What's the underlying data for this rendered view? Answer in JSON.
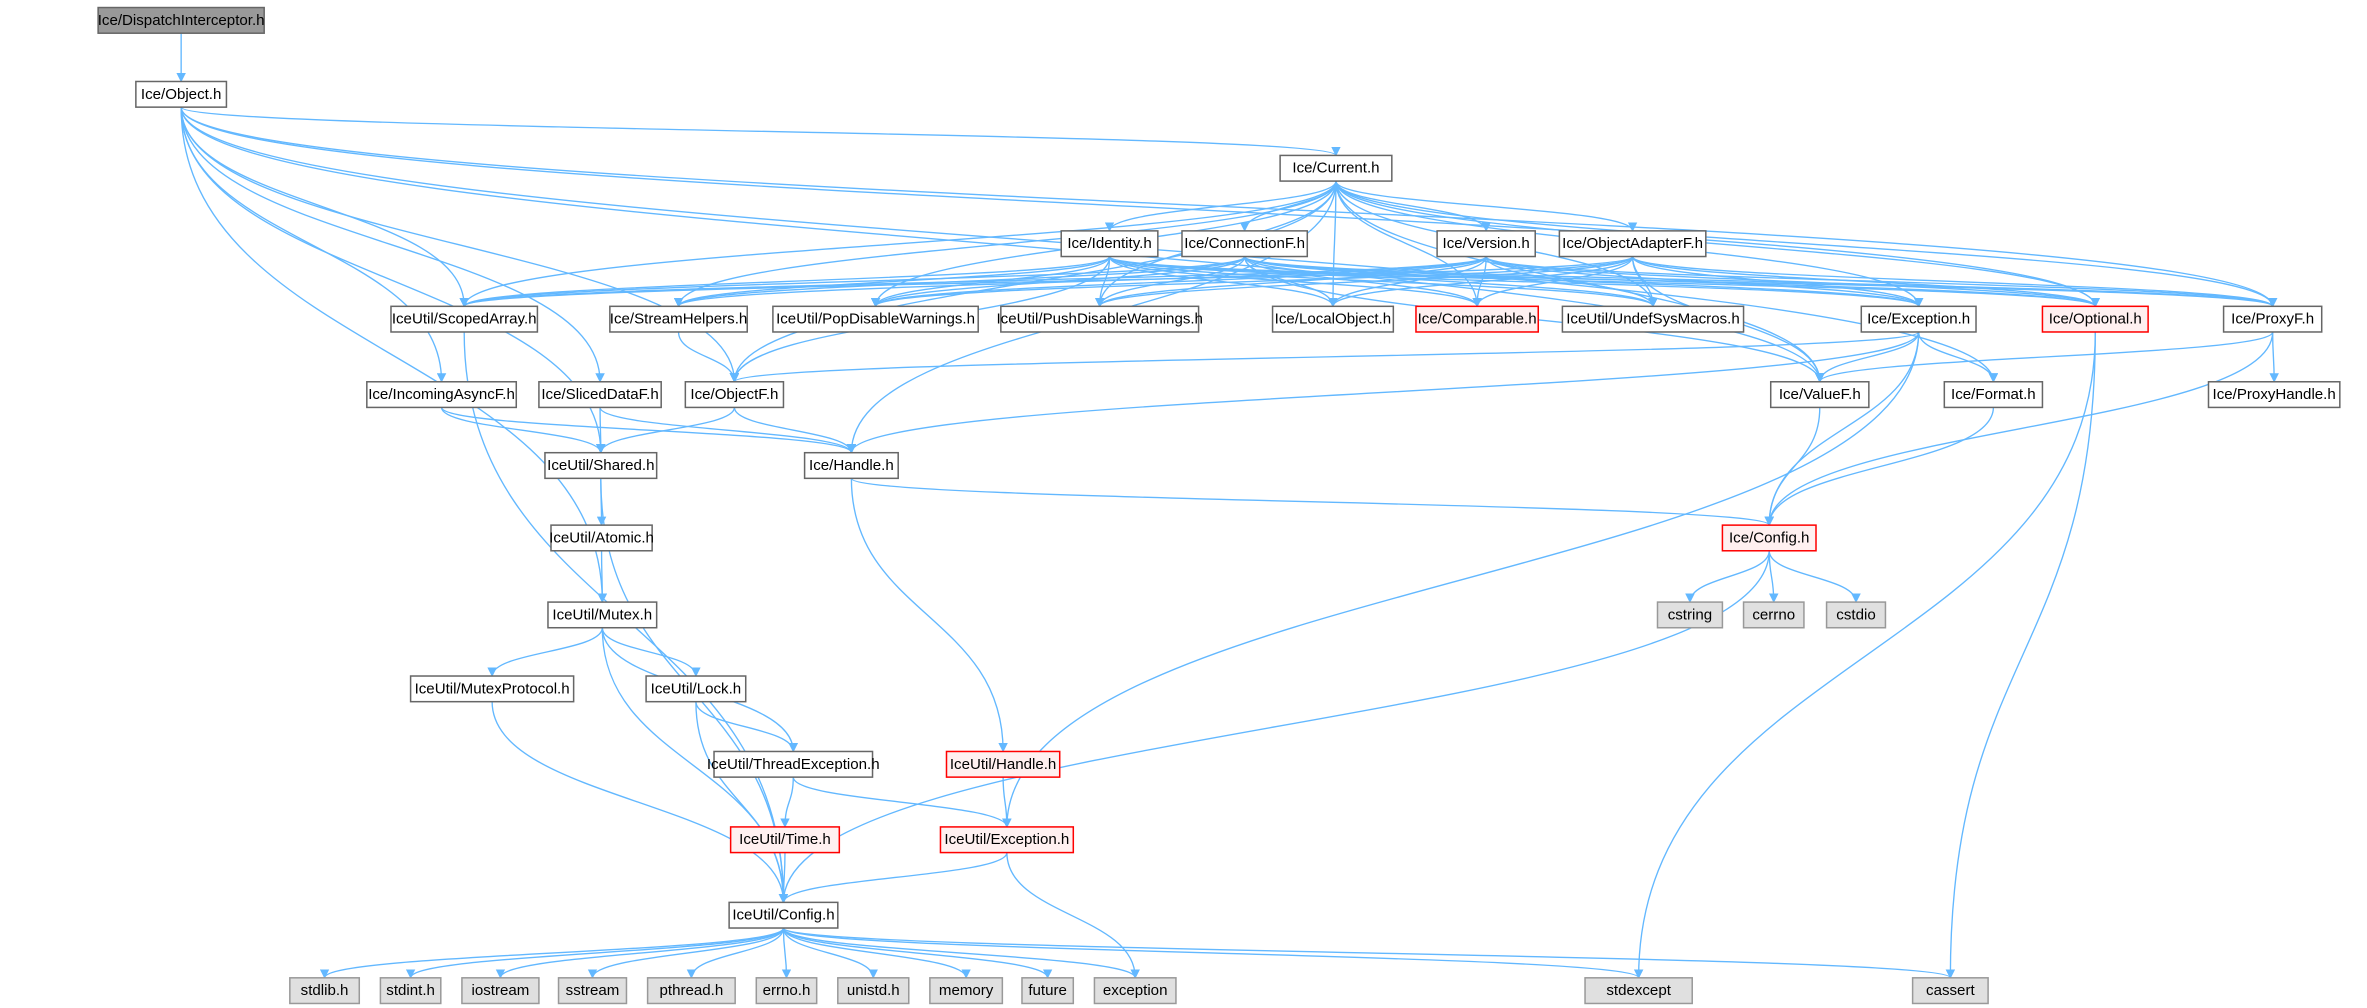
{
  "title": "Ice/DispatchInterceptor.h",
  "colors": {
    "edge": "#63b8ff",
    "root_fill": "#999999",
    "missing_border": "#ff0000",
    "system_fill": "#e0e0e0"
  },
  "nodes": {
    "dispatch": "Ice/DispatchInterceptor.h",
    "object": "Ice/Object.h",
    "current": "Ice/Current.h",
    "identity": "Ice/Identity.h",
    "connectionf": "Ice/ConnectionF.h",
    "version": "Ice/Version.h",
    "objectadapterf": "Ice/ObjectAdapterF.h",
    "scopedarray": "IceUtil/ScopedArray.h",
    "streamhelpers": "Ice/StreamHelpers.h",
    "popdisable": "IceUtil/PopDisableWarnings.h",
    "pushdisable": "IceUtil/PushDisableWarnings.h",
    "localobject": "Ice/LocalObject.h",
    "comparable": "Ice/Comparable.h",
    "undefsys": "IceUtil/UndefSysMacros.h",
    "exception": "Ice/Exception.h",
    "optional": "Ice/Optional.h",
    "proxyf": "Ice/ProxyF.h",
    "incomingasyncf": "Ice/IncomingAsyncF.h",
    "sliceddataf": "Ice/SlicedDataF.h",
    "objectf": "Ice/ObjectF.h",
    "valuef": "Ice/ValueF.h",
    "format": "Ice/Format.h",
    "proxyhandle": "Ice/ProxyHandle.h",
    "shared": "IceUtil/Shared.h",
    "handle": "Ice/Handle.h",
    "config": "Ice/Config.h",
    "atomic": "IceUtil/Atomic.h",
    "mutex": "IceUtil/Mutex.h",
    "cstring": "cstring",
    "cerrno": "cerrno",
    "cstdio": "cstdio",
    "mutexprotocol": "IceUtil/MutexProtocol.h",
    "lock": "IceUtil/Lock.h",
    "threadexception": "IceUtil/ThreadException.h",
    "iuhandle": "IceUtil/Handle.h",
    "time": "IceUtil/Time.h",
    "iuexception": "IceUtil/Exception.h",
    "iuconfig": "IceUtil/Config.h",
    "stdlib": "stdlib.h",
    "stdint": "stdint.h",
    "iostream": "iostream",
    "sstream": "sstream",
    "pthread": "pthread.h",
    "errno": "errno.h",
    "unistd": "unistd.h",
    "memory": "memory",
    "future": "future",
    "stdexception": "exception",
    "stdexcept": "stdexcept",
    "cassert": "cassert"
  },
  "edges": [
    [
      "dispatch",
      "object"
    ],
    [
      "object",
      "current"
    ],
    [
      "object",
      "proxyf"
    ],
    [
      "object",
      "optional"
    ],
    [
      "object",
      "valuef"
    ],
    [
      "object",
      "format"
    ],
    [
      "object",
      "objectf"
    ],
    [
      "object",
      "incomingasyncf"
    ],
    [
      "object",
      "sliceddataf"
    ],
    [
      "object",
      "shared"
    ],
    [
      "object",
      "mutex"
    ],
    [
      "object",
      "scopedarray"
    ],
    [
      "current",
      "identity"
    ],
    [
      "current",
      "connectionf"
    ],
    [
      "current",
      "version"
    ],
    [
      "current",
      "objectadapterf"
    ],
    [
      "current",
      "localobject"
    ],
    [
      "current",
      "comparable"
    ],
    [
      "current",
      "exception"
    ],
    [
      "current",
      "optional"
    ],
    [
      "current",
      "proxyf"
    ],
    [
      "current",
      "valuef"
    ],
    [
      "current",
      "scopedarray"
    ],
    [
      "current",
      "streamhelpers"
    ],
    [
      "current",
      "popdisable"
    ],
    [
      "current",
      "pushdisable"
    ],
    [
      "current",
      "undefsys"
    ],
    [
      "current",
      "objectf"
    ],
    [
      "current",
      "handle"
    ],
    [
      "identity",
      "popdisable"
    ],
    [
      "identity",
      "pushdisable"
    ],
    [
      "identity",
      "scopedarray"
    ],
    [
      "identity",
      "streamhelpers"
    ],
    [
      "identity",
      "localobject"
    ],
    [
      "identity",
      "comparable"
    ],
    [
      "identity",
      "undefsys"
    ],
    [
      "identity",
      "exception"
    ],
    [
      "identity",
      "optional"
    ],
    [
      "identity",
      "proxyf"
    ],
    [
      "identity",
      "objectf"
    ],
    [
      "connectionf",
      "popdisable"
    ],
    [
      "connectionf",
      "pushdisable"
    ],
    [
      "connectionf",
      "scopedarray"
    ],
    [
      "connectionf",
      "streamhelpers"
    ],
    [
      "connectionf",
      "localobject"
    ],
    [
      "connectionf",
      "comparable"
    ],
    [
      "connectionf",
      "undefsys"
    ],
    [
      "connectionf",
      "exception"
    ],
    [
      "connectionf",
      "optional"
    ],
    [
      "connectionf",
      "proxyf"
    ],
    [
      "connectionf",
      "valuef"
    ],
    [
      "version",
      "popdisable"
    ],
    [
      "version",
      "pushdisable"
    ],
    [
      "version",
      "scopedarray"
    ],
    [
      "version",
      "streamhelpers"
    ],
    [
      "version",
      "localobject"
    ],
    [
      "version",
      "comparable"
    ],
    [
      "version",
      "undefsys"
    ],
    [
      "version",
      "exception"
    ],
    [
      "version",
      "optional"
    ],
    [
      "version",
      "proxyf"
    ],
    [
      "objectadapterf",
      "popdisable"
    ],
    [
      "objectadapterf",
      "pushdisable"
    ],
    [
      "objectadapterf",
      "scopedarray"
    ],
    [
      "objectadapterf",
      "localobject"
    ],
    [
      "objectadapterf",
      "comparable"
    ],
    [
      "objectadapterf",
      "undefsys"
    ],
    [
      "objectadapterf",
      "exception"
    ],
    [
      "objectadapterf",
      "optional"
    ],
    [
      "objectadapterf",
      "proxyf"
    ],
    [
      "objectadapterf",
      "valuef"
    ],
    [
      "scopedarray",
      "iuconfig"
    ],
    [
      "streamhelpers",
      "objectf"
    ],
    [
      "exception",
      "valuef"
    ],
    [
      "exception",
      "format"
    ],
    [
      "exception",
      "config"
    ],
    [
      "exception",
      "objectf"
    ],
    [
      "exception",
      "handle"
    ],
    [
      "exception",
      "iuexception"
    ],
    [
      "optional",
      "stdexcept"
    ],
    [
      "optional",
      "cassert"
    ],
    [
      "proxyf",
      "proxyhandle"
    ],
    [
      "proxyf",
      "config"
    ],
    [
      "proxyf",
      "valuef"
    ],
    [
      "incomingasyncf",
      "shared"
    ],
    [
      "incomingasyncf",
      "handle"
    ],
    [
      "sliceddataf",
      "shared"
    ],
    [
      "sliceddataf",
      "handle"
    ],
    [
      "objectf",
      "shared"
    ],
    [
      "objectf",
      "handle"
    ],
    [
      "valuef",
      "config"
    ],
    [
      "format",
      "config"
    ],
    [
      "shared",
      "atomic"
    ],
    [
      "shared",
      "iuconfig"
    ],
    [
      "handle",
      "config"
    ],
    [
      "handle",
      "iuhandle"
    ],
    [
      "atomic",
      "mutex"
    ],
    [
      "config",
      "cstring"
    ],
    [
      "config",
      "cerrno"
    ],
    [
      "config",
      "cstdio"
    ],
    [
      "config",
      "iuconfig"
    ],
    [
      "mutex",
      "mutexprotocol"
    ],
    [
      "mutex",
      "lock"
    ],
    [
      "mutex",
      "threadexception"
    ],
    [
      "mutex",
      "iuconfig"
    ],
    [
      "mutexprotocol",
      "iuconfig"
    ],
    [
      "lock",
      "threadexception"
    ],
    [
      "lock",
      "iuconfig"
    ],
    [
      "threadexception",
      "time"
    ],
    [
      "threadexception",
      "iuexception"
    ],
    [
      "iuhandle",
      "iuexception"
    ],
    [
      "time",
      "iuconfig"
    ],
    [
      "iuexception",
      "iuconfig"
    ],
    [
      "iuexception",
      "stdexception"
    ],
    [
      "iuconfig",
      "stdlib"
    ],
    [
      "iuconfig",
      "stdint"
    ],
    [
      "iuconfig",
      "iostream"
    ],
    [
      "iuconfig",
      "sstream"
    ],
    [
      "iuconfig",
      "pthread"
    ],
    [
      "iuconfig",
      "errno"
    ],
    [
      "iuconfig",
      "unistd"
    ],
    [
      "iuconfig",
      "memory"
    ],
    [
      "iuconfig",
      "future"
    ],
    [
      "iuconfig",
      "stdexception"
    ],
    [
      "iuconfig",
      "stdexcept"
    ],
    [
      "iuconfig",
      "cassert"
    ]
  ]
}
